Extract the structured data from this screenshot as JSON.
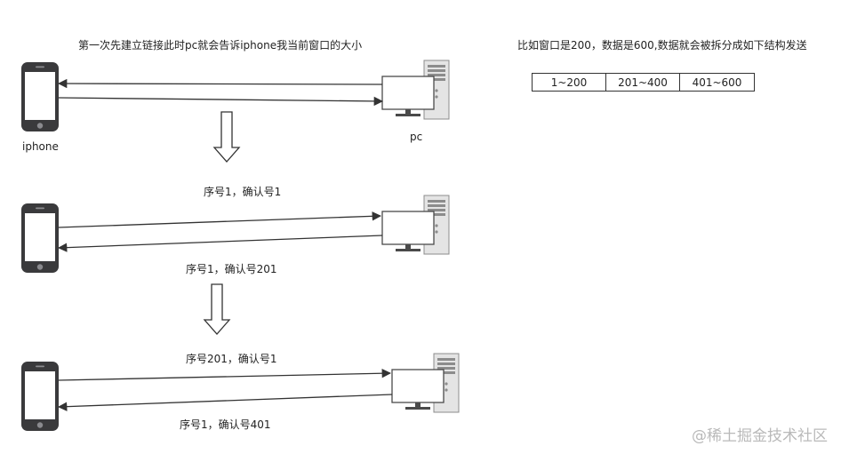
{
  "captions": {
    "top_note": "第一次先建立链接此时pc就会告诉iphone我当前窗口的大小",
    "iphone_label": "iphone",
    "pc_label": "pc",
    "window_note": "比如窗口是200，数据是600,数据就会被拆分成如下结构发送"
  },
  "segments": [
    "1~200",
    "201~400",
    "401~600"
  ],
  "messages": {
    "row2_top": "序号1，确认号1",
    "row2_bottom": "序号1，确认号201",
    "row3_top": "序号201，确认号1",
    "row3_bottom": "序号1，确认号401"
  },
  "watermark": "@稀土掘金技术社区",
  "colors": {
    "line": "#333333",
    "phone_body": "#3a3a3c",
    "pc_screen_border": "#555555",
    "pc_tower": "#cfcfcf"
  }
}
